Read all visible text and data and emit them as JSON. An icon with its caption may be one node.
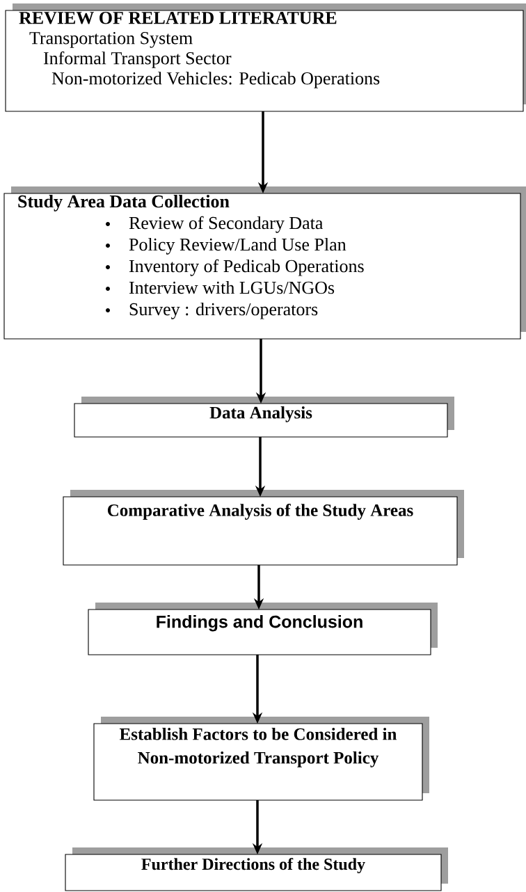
{
  "diagram": {
    "nodes": [
      {
        "text": [
          "REVIEW OF RELATED LITERATURE",
          "Transportation System",
          "Informal Transport Sector",
          "Non-motorized Vehicles: Pedicab Operations"
        ]
      },
      {
        "text": [
          "Study Area Data Collection",
          "Review of Secondary Data",
          "Policy Review/Land Use Plan",
          "Inventory of Pedicab Operations",
          "Interview with LGUs/NGOs",
          "Survey : drivers/operators"
        ]
      },
      {
        "text": [
          "Data Analysis"
        ]
      },
      {
        "text": [
          "Comparative Analysis of the Study Areas"
        ]
      },
      {
        "text": [
          "Findings and Conclusion"
        ]
      },
      {
        "text": [
          "Establish Factors to be Considered in Non-motorized Transport Policy"
        ]
      },
      {
        "text": [
          "Further Directions of the Study"
        ]
      }
    ],
    "edges": [
      {
        "from": 0,
        "to": 1,
        "arrow": "to"
      },
      {
        "from": 1,
        "to": 2,
        "arrow": "to"
      },
      {
        "from": 2,
        "to": 3,
        "arrow": "to"
      },
      {
        "from": 3,
        "to": 4,
        "arrow": "to"
      },
      {
        "from": 4,
        "to": 5,
        "arrow": "to"
      },
      {
        "from": 5,
        "to": 6,
        "arrow": "to"
      }
    ]
  }
}
